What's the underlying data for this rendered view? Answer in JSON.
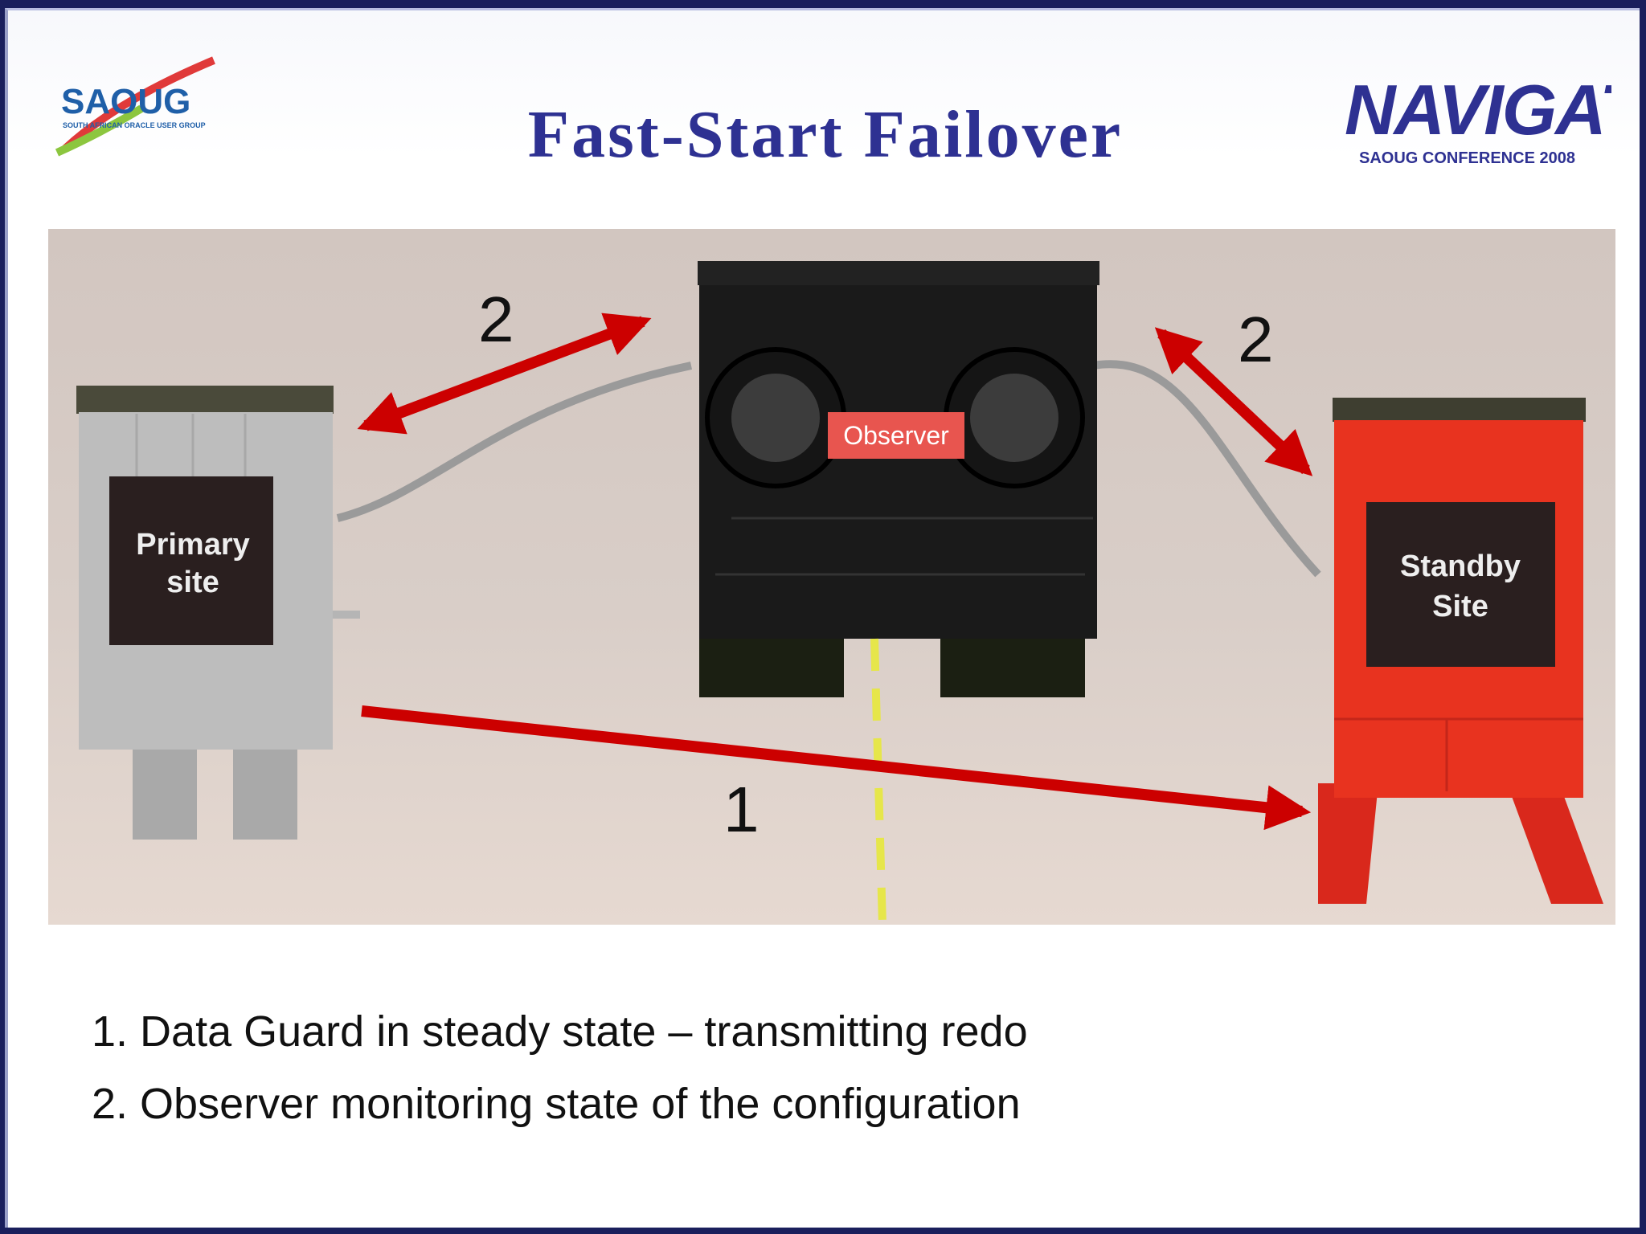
{
  "slide": {
    "title": "Fast-Start Failover",
    "logo_left": {
      "text": "SAOUG",
      "subtext": "SOUTH AFRICAN ORACLE USER GROUP"
    },
    "logo_right": {
      "text": "NAVIGATE",
      "subtext": "SAOUG CONFERENCE 2008"
    },
    "photo": {
      "primary_label_line1": "Primary",
      "primary_label_line2": "site",
      "observer_label": "Observer",
      "standby_label_line1": "Standby",
      "standby_label_line2": "Site",
      "arrow_label_left": "2",
      "arrow_label_right": "2",
      "arrow_label_bottom": "1"
    },
    "captions": [
      "1. Data Guard in steady state – transmitting redo",
      "2. Observer monitoring state of the configuration"
    ],
    "colors": {
      "title": "#2e3192",
      "arrow": "#cc0000",
      "standby": "#e8331f"
    }
  }
}
